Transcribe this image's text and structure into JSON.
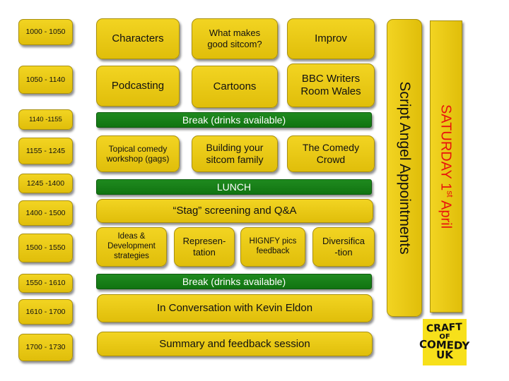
{
  "times": [
    "1000 - 1050",
    "1050 - 1140",
    "1140 -1155",
    "1155 - 1245",
    "1245 -1400",
    "1400 - 1500",
    "1500 - 1550",
    "1550 - 1610",
    "1610 - 1700",
    "1700 - 1730"
  ],
  "sessions": {
    "characters": "Characters",
    "good_sitcom": [
      "What makes",
      "good sitcom?"
    ],
    "improv": "Improv",
    "podcasting": "Podcasting",
    "cartoons": "Cartoons",
    "bbc": [
      "BBC Writers",
      "Room Wales"
    ],
    "break1": "Break (drinks available)",
    "topical": [
      "Topical comedy",
      "workshop (gags)"
    ],
    "building": [
      "Building your",
      "sitcom family"
    ],
    "comedy_crowd": [
      "The Comedy",
      "Crowd"
    ],
    "lunch": "LUNCH",
    "stag": "“Stag” screening and Q&A",
    "ideas": [
      "Ideas &",
      "Development",
      "strategies"
    ],
    "representation": [
      "Represen-",
      "tation"
    ],
    "hignfy": [
      "HIGNFY pics",
      "feedback"
    ],
    "diversification": [
      "Diversifica",
      "-tion"
    ],
    "break2": "Break (drinks available)",
    "conversation": "In Conversation with Kevin Eldon",
    "summary": "Summary and feedback session"
  },
  "side": {
    "script_angel": "Script Angel Appointments",
    "date_prefix": "SATURDAY 1",
    "date_sup": "st",
    "date_suffix": " April"
  },
  "logo": [
    "CRAFT",
    "OF",
    "COMEDY",
    "UK"
  ],
  "colors": {
    "yellow": "#e9c816",
    "green": "#148014",
    "date_red": "#e8140c"
  }
}
